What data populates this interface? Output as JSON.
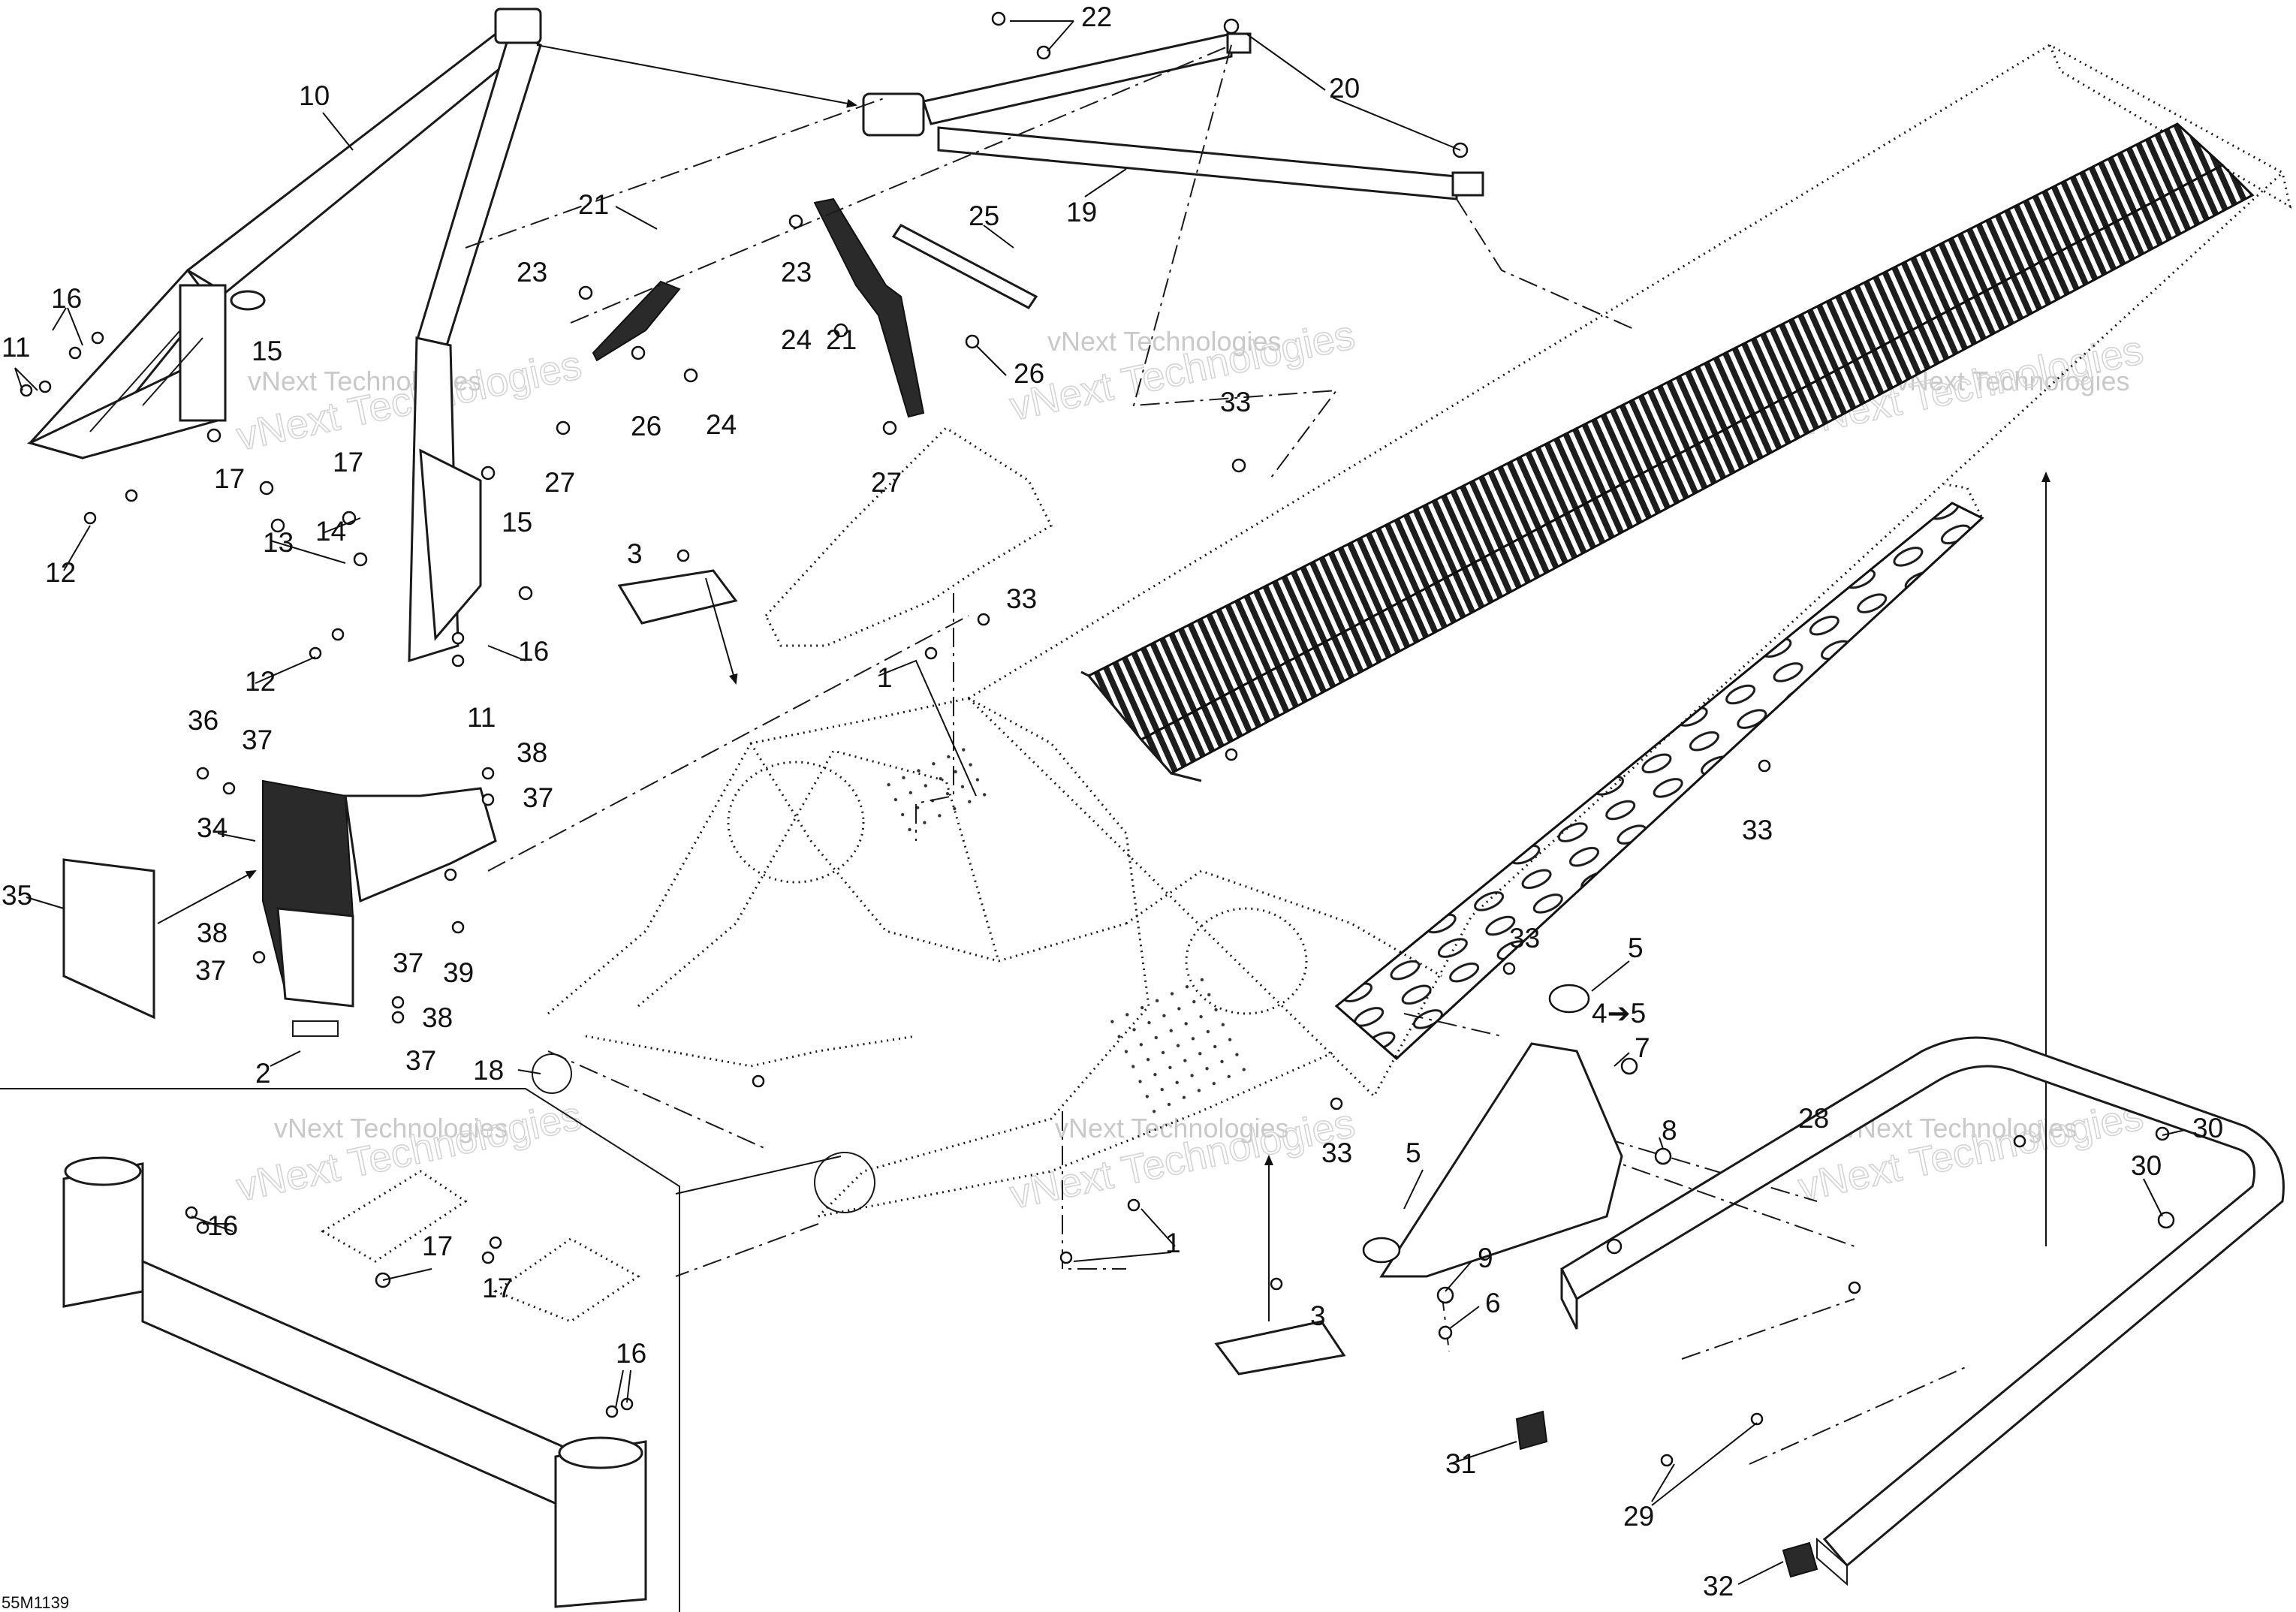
{
  "drawing_code": "55M1139",
  "watermark": "vNext Technologies",
  "callouts": [
    "10",
    "22",
    "20",
    "19",
    "21",
    "23",
    "25",
    "26",
    "24",
    "27",
    "16",
    "11",
    "15",
    "17",
    "12",
    "13",
    "14",
    "3",
    "33",
    "1",
    "36",
    "37",
    "38",
    "34",
    "35",
    "39",
    "2",
    "18",
    "5",
    "4➔5",
    "7",
    "8",
    "9",
    "6",
    "28",
    "30",
    "31",
    "29",
    "32"
  ]
}
